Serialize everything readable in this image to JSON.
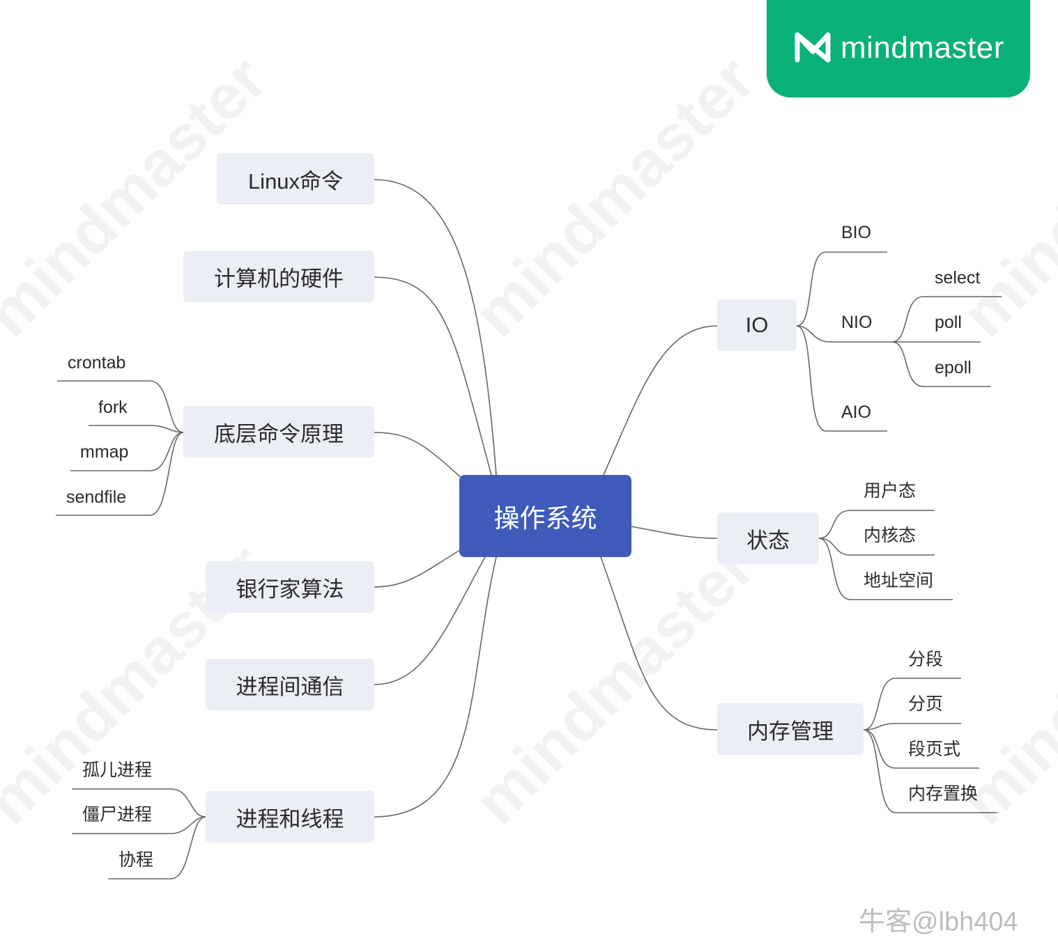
{
  "brand": {
    "logo_text": "mindmaster",
    "color": "#0ab07a"
  },
  "watermark_text": "mindmaster",
  "root": {
    "label": "操作系统",
    "color": "#3f5bba"
  },
  "left_branches": [
    {
      "label": "Linux命令"
    },
    {
      "label": "计算机的硬件"
    },
    {
      "label": "底层命令原理",
      "children": [
        "crontab",
        "fork",
        "mmap",
        "sendfile"
      ]
    },
    {
      "label": "银行家算法"
    },
    {
      "label": "进程间通信"
    },
    {
      "label": "进程和线程",
      "children": [
        "孤儿进程",
        "僵尸进程",
        "协程"
      ]
    }
  ],
  "right_branches": [
    {
      "label": "IO",
      "children": [
        "BIO",
        "NIO",
        "AIO"
      ],
      "nio_children": [
        "select",
        "poll",
        "epoll"
      ]
    },
    {
      "label": "状态",
      "children": [
        "用户态",
        "内核态",
        "地址空间"
      ]
    },
    {
      "label": "内存管理",
      "children": [
        "分段",
        "分页",
        "段页式",
        "内存置换"
      ]
    }
  ],
  "credit": "牛客@lbh404",
  "colors": {
    "node_bg": "#eceef5",
    "connector": "#666666"
  }
}
